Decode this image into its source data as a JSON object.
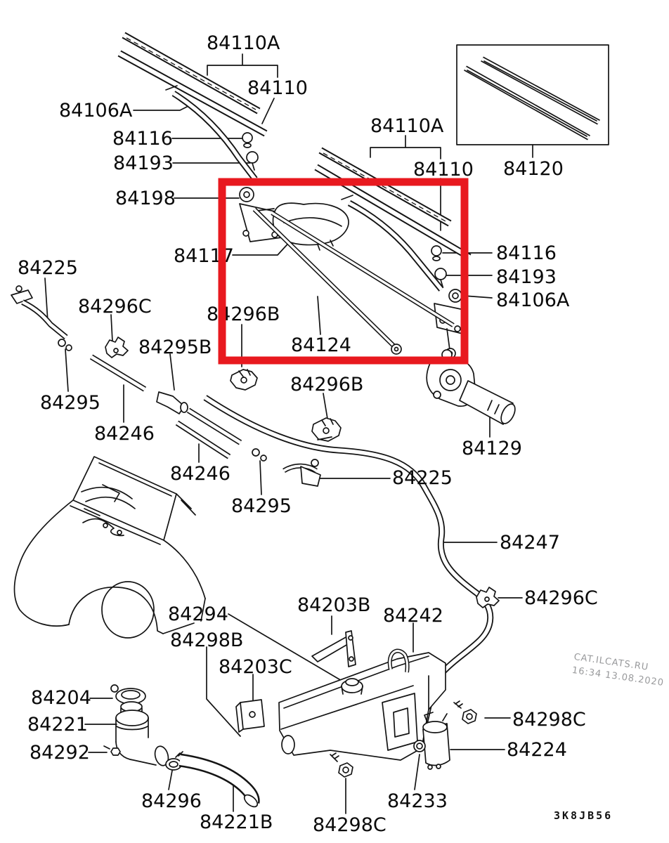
{
  "diagram": {
    "plate_code": "3K8JB56",
    "watermark": {
      "line1": "CAT.ILCATS.RU",
      "line2": "16:34 13.08.2020"
    },
    "colors": {
      "highlight_red": "#e8191f",
      "watermark_gray": "#98999b",
      "line_black": "#141414"
    },
    "labels": [
      {
        "id": "84110A-1",
        "text": "84110A"
      },
      {
        "id": "84110-1",
        "text": "84110"
      },
      {
        "id": "84106A-1",
        "text": "84106A"
      },
      {
        "id": "84116-1",
        "text": "84116"
      },
      {
        "id": "84193-1",
        "text": "84193"
      },
      {
        "id": "84198",
        "text": "84198"
      },
      {
        "id": "84110A-2",
        "text": "84110A"
      },
      {
        "id": "84110-2",
        "text": "84110"
      },
      {
        "id": "84120",
        "text": "84120"
      },
      {
        "id": "84117",
        "text": "84117"
      },
      {
        "id": "84116-2",
        "text": "84116"
      },
      {
        "id": "84193-2",
        "text": "84193"
      },
      {
        "id": "84106A-2",
        "text": "84106A"
      },
      {
        "id": "84225-1",
        "text": "84225"
      },
      {
        "id": "84296C-1",
        "text": "84296C"
      },
      {
        "id": "84296B-1",
        "text": "84296B"
      },
      {
        "id": "84295B",
        "text": "84295B"
      },
      {
        "id": "84124",
        "text": "84124"
      },
      {
        "id": "84295-1",
        "text": "84295"
      },
      {
        "id": "84246-1",
        "text": "84246"
      },
      {
        "id": "84296B-2",
        "text": "84296B"
      },
      {
        "id": "84129",
        "text": "84129"
      },
      {
        "id": "84246-2",
        "text": "84246"
      },
      {
        "id": "84295-2",
        "text": "84295"
      },
      {
        "id": "84225-2",
        "text": "84225"
      },
      {
        "id": "84247",
        "text": "84247"
      },
      {
        "id": "84296C-2",
        "text": "84296C"
      },
      {
        "id": "84294",
        "text": "84294"
      },
      {
        "id": "84203B",
        "text": "84203B"
      },
      {
        "id": "84242",
        "text": "84242"
      },
      {
        "id": "84298B",
        "text": "84298B"
      },
      {
        "id": "84203C",
        "text": "84203C"
      },
      {
        "id": "84204",
        "text": "84204"
      },
      {
        "id": "84221",
        "text": "84221"
      },
      {
        "id": "84292",
        "text": "84292"
      },
      {
        "id": "84296",
        "text": "84296"
      },
      {
        "id": "84221B",
        "text": "84221B"
      },
      {
        "id": "84298C-bottom",
        "text": "84298C"
      },
      {
        "id": "84233",
        "text": "84233"
      },
      {
        "id": "84298C-right",
        "text": "84298C"
      },
      {
        "id": "84224",
        "text": "84224"
      }
    ]
  }
}
